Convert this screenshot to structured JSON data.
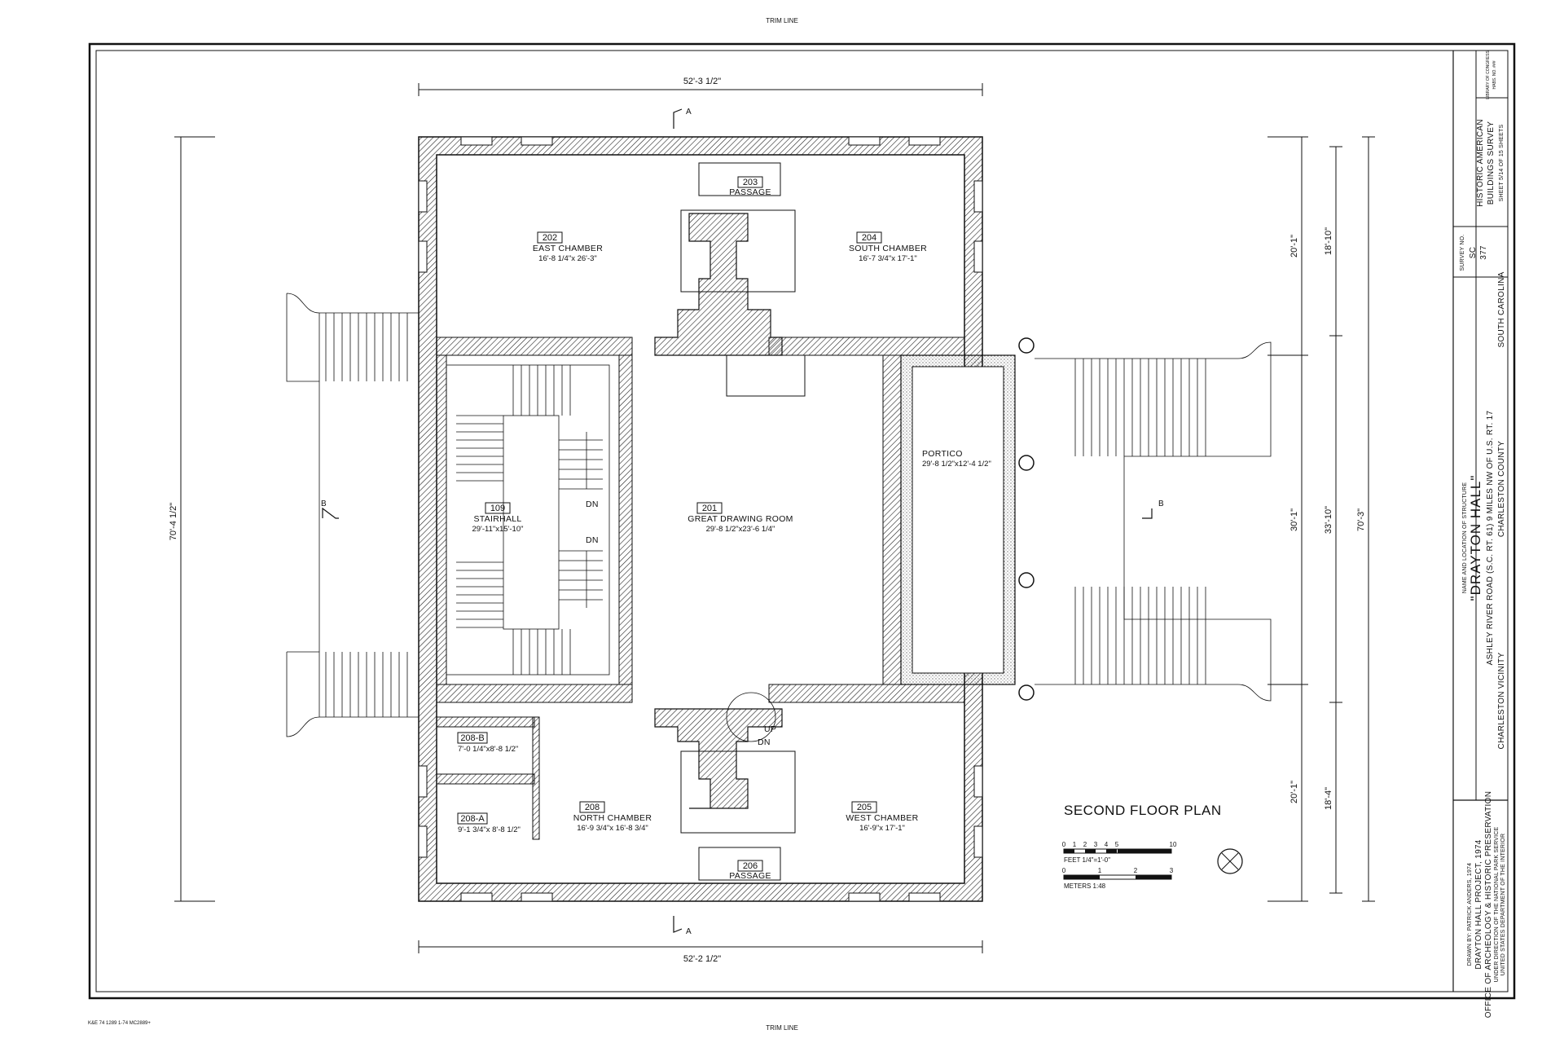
{
  "sheet": {
    "trim_top": "TRIM LINE",
    "trim_bottom": "TRIM LINE",
    "corner_code": "K&E 74 1289 1-74 MC2889+"
  },
  "plan": {
    "title": "SECOND FLOOR PLAN",
    "dims": {
      "top": "52'-3 1/2\"",
      "bottom": "52'-2 1/2\"",
      "left": "70'-4 1/2\"",
      "right_a_top": "20'-1\"",
      "right_a_mid": "30'-1\"",
      "right_a_bot": "20'-1\"",
      "right_b_top": "18'-10\"",
      "right_b_mid": "33'-10\"",
      "right_b_bot": "18'-4\"",
      "right_c": "70'-3\""
    },
    "section_marks": {
      "a": "A",
      "b": "B"
    },
    "stair_labels": {
      "dn": "DN",
      "up": "UP"
    },
    "rooms": {
      "r202": {
        "num": "202",
        "name": "EAST CHAMBER",
        "dim": "16'-8 1/4\"x 26'-3\""
      },
      "r203": {
        "num": "203",
        "name": "PASSAGE"
      },
      "r204": {
        "num": "204",
        "name": "SOUTH CHAMBER",
        "dim": "16'-7 3/4\"x 17'-1\""
      },
      "r109": {
        "num": "109",
        "name": "STAIRHALL",
        "dim": "29'-11\"x15'-10\""
      },
      "r201": {
        "num": "201",
        "name": "GREAT DRAWING ROOM",
        "dim": "29'-8 1/2\"x23'-6 1/4\""
      },
      "portico": {
        "name": "PORTICO",
        "dim": "29'-8 1/2\"x12'-4 1/2\""
      },
      "r208b": {
        "num": "208-B",
        "dim": "7'-0 1/4\"x8'-8 1/2\""
      },
      "r208": {
        "num": "208",
        "name": "NORTH CHAMBER",
        "dim": "16'-9 3/4\"x 16'-8 3/4\""
      },
      "r208a": {
        "num": "208-A",
        "dim": "9'-1 3/4\"x 8'-8 1/2\""
      },
      "r205": {
        "num": "205",
        "name": "WEST CHAMBER",
        "dim": "16'-9\"x 17'-1\""
      },
      "r206": {
        "num": "206",
        "name": "PASSAGE"
      }
    },
    "scale": {
      "feet_ticks": [
        "0",
        "1",
        "2",
        "3",
        "4",
        "5",
        "10"
      ],
      "feet_label": "FEET  1/4\"=1'-0\"",
      "meter_ticks": [
        "0",
        "1",
        "2",
        "3"
      ],
      "meter_label": "METERS  1:48"
    }
  },
  "title_block": {
    "drawn_by": "DRAWN BY: PATRICK ANDERS, 1974",
    "project": "DRAYTON HALL PROJECT, 1974",
    "office": "OFFICE OF ARCHEOLOGY & HISTORIC PRESERVATION",
    "under": "UNDER DIRECTION OF THE NATIONAL PARK SERVICE",
    "dept": "UNITED STATES DEPARTMENT OF THE INTERIOR",
    "name_caption": "NAME AND LOCATION OF STRUCTURE",
    "name": "\"DRAYTON HALL\"",
    "location": "ASHLEY RIVER ROAD (S.C. RT. 61) 9 MILES NW OF U.S. RT. 17",
    "vicinity": "CHARLESTON VICINITY",
    "county": "CHARLESTON COUNTY",
    "state": "SOUTH CAROLINA",
    "survey_caption": "SURVEY NO.",
    "survey_1": "SC",
    "survey_2": "377",
    "habs_1": "HISTORIC AMERICAN",
    "habs_2": "BUILDINGS SURVEY",
    "sheet": "SHEET 5/14 OF 15  SHEETS",
    "loc_1": "LIBRARY OF CONGRESS",
    "loc_2": "HABS. NO. ###"
  }
}
